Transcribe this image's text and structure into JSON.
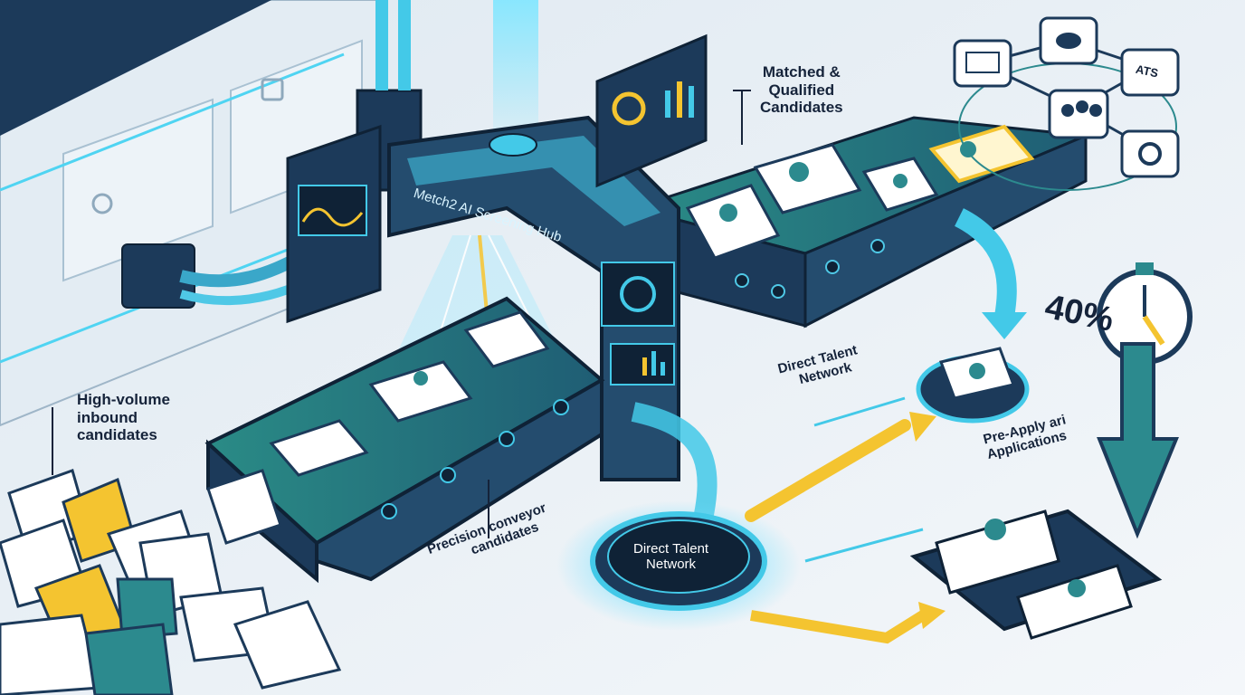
{
  "labels": {
    "inbound": [
      "High-volume",
      "inbound",
      "candidates"
    ],
    "matched": [
      "Matched &",
      "Qualified",
      "Candidates"
    ],
    "hub": "Metch2 AI Screening Hub",
    "direct_network_top": [
      "Direct Talent",
      "Network"
    ],
    "direct_network_disc": [
      "Direct Talent",
      "Network"
    ],
    "pre_apply": [
      "Pre-Apply ari",
      "Applications"
    ],
    "conveyor": [
      "Precision conveyor",
      "candidates"
    ],
    "reduction": "40%",
    "ats": "ATS"
  },
  "colors": {
    "navy": "#1c3a5a",
    "teal": "#2c8a8e",
    "cyan": "#43c9e8",
    "yellow": "#f4c430",
    "background": "#eef3f7"
  },
  "icons": [
    "resume-card-icon",
    "user-avatar-icon",
    "bar-chart-icon",
    "cloud-icon",
    "team-icon",
    "gear-icon",
    "stopwatch-icon",
    "down-arrow-icon",
    "monitor-icon",
    "tablet-icon"
  ]
}
